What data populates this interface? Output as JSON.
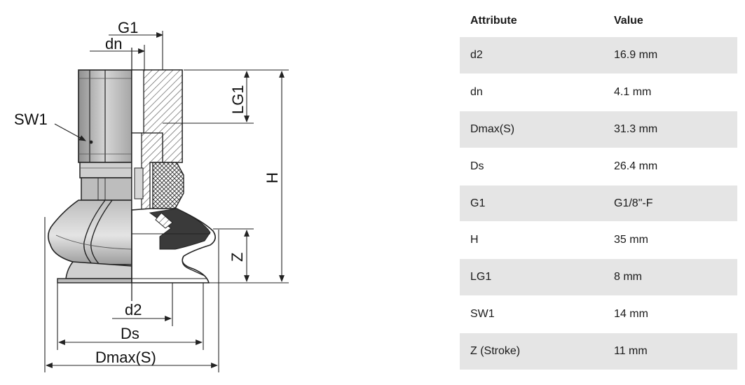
{
  "drawing": {
    "labels": {
      "g1": "G1",
      "dn": "dn",
      "lg1": "LG1",
      "sw1": "SW1",
      "h": "H",
      "z": "Z",
      "d2": "d2",
      "ds": "Ds",
      "dmax": "Dmax(S)"
    }
  },
  "table": {
    "headers": [
      "Attribute",
      "Value"
    ],
    "rows": [
      {
        "attribute": "d2",
        "value": "16.9 mm"
      },
      {
        "attribute": "dn",
        "value": "4.1 mm"
      },
      {
        "attribute": "Dmax(S)",
        "value": "31.3 mm"
      },
      {
        "attribute": "Ds",
        "value": "26.4 mm"
      },
      {
        "attribute": "G1",
        "value": "G1/8\"-F"
      },
      {
        "attribute": "H",
        "value": "35 mm"
      },
      {
        "attribute": "LG1",
        "value": "8 mm"
      },
      {
        "attribute": "SW1",
        "value": "14 mm"
      },
      {
        "attribute": "Z (Stroke)",
        "value": "11 mm"
      }
    ]
  }
}
